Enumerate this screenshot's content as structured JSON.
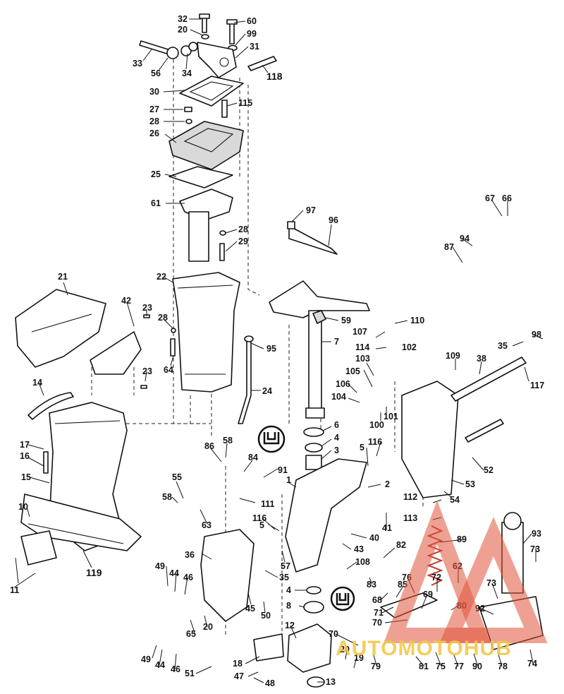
{
  "callouts": [
    {
      "id": "c32",
      "text": "32"
    },
    {
      "id": "c60",
      "text": "60"
    },
    {
      "id": "c20a",
      "text": "20"
    },
    {
      "id": "c99",
      "text": "99"
    },
    {
      "id": "c33",
      "text": "33"
    },
    {
      "id": "c56",
      "text": "56"
    },
    {
      "id": "c34",
      "text": "34"
    },
    {
      "id": "c31",
      "text": "31"
    },
    {
      "id": "c118",
      "text": "118"
    },
    {
      "id": "c30",
      "text": "30"
    },
    {
      "id": "c115",
      "text": "115"
    },
    {
      "id": "c27",
      "text": "27"
    },
    {
      "id": "c28a",
      "text": "28"
    },
    {
      "id": "c26",
      "text": "26"
    },
    {
      "id": "c25",
      "text": "25"
    },
    {
      "id": "c61",
      "text": "61"
    },
    {
      "id": "c28b",
      "text": "28"
    },
    {
      "id": "c29",
      "text": "29"
    },
    {
      "id": "c97",
      "text": "97"
    },
    {
      "id": "c96",
      "text": "96"
    },
    {
      "id": "c67",
      "text": "67"
    },
    {
      "id": "c66",
      "text": "66"
    },
    {
      "id": "c94",
      "text": "94"
    },
    {
      "id": "c87",
      "text": "87"
    },
    {
      "id": "c21",
      "text": "21"
    },
    {
      "id": "c22",
      "text": "22"
    },
    {
      "id": "c42",
      "text": "42"
    },
    {
      "id": "c23a",
      "text": "23"
    },
    {
      "id": "c28c",
      "text": "28"
    },
    {
      "id": "c59",
      "text": "59"
    },
    {
      "id": "c110",
      "text": "110"
    },
    {
      "id": "c7",
      "text": "7"
    },
    {
      "id": "c107",
      "text": "107"
    },
    {
      "id": "c114",
      "text": "114"
    },
    {
      "id": "c102",
      "text": "102"
    },
    {
      "id": "c98",
      "text": "98"
    },
    {
      "id": "c35a",
      "text": "35"
    },
    {
      "id": "c117",
      "text": "117"
    },
    {
      "id": "c109",
      "text": "109"
    },
    {
      "id": "c38",
      "text": "38"
    },
    {
      "id": "c64",
      "text": "64"
    },
    {
      "id": "c23b",
      "text": "23"
    },
    {
      "id": "c95",
      "text": "95"
    },
    {
      "id": "c103",
      "text": "103"
    },
    {
      "id": "c105",
      "text": "105"
    },
    {
      "id": "c106",
      "text": "106"
    },
    {
      "id": "c104",
      "text": "104"
    },
    {
      "id": "c101",
      "text": "101"
    },
    {
      "id": "c100",
      "text": "100"
    },
    {
      "id": "c14",
      "text": "14"
    },
    {
      "id": "c24",
      "text": "24"
    },
    {
      "id": "c6",
      "text": "6"
    },
    {
      "id": "c4a",
      "text": "4"
    },
    {
      "id": "c3",
      "text": "3"
    },
    {
      "id": "c58a",
      "text": "58"
    },
    {
      "id": "c86",
      "text": "86"
    },
    {
      "id": "c84",
      "text": "84"
    },
    {
      "id": "c91",
      "text": "91"
    },
    {
      "id": "c17",
      "text": "17"
    },
    {
      "id": "c16",
      "text": "16"
    },
    {
      "id": "c5a",
      "text": "5"
    },
    {
      "id": "c116a",
      "text": "116"
    },
    {
      "id": "c52",
      "text": "52"
    },
    {
      "id": "c15",
      "text": "15"
    },
    {
      "id": "c55",
      "text": "55"
    },
    {
      "id": "c1",
      "text": "1"
    },
    {
      "id": "c2",
      "text": "2"
    },
    {
      "id": "c53",
      "text": "53"
    },
    {
      "id": "c54",
      "text": "54"
    },
    {
      "id": "c58b",
      "text": "58"
    },
    {
      "id": "c111",
      "text": "111"
    },
    {
      "id": "c63",
      "text": "63"
    },
    {
      "id": "c112",
      "text": "112"
    },
    {
      "id": "c41",
      "text": "41"
    },
    {
      "id": "c10",
      "text": "10"
    },
    {
      "id": "c116b",
      "text": "116"
    },
    {
      "id": "c5b",
      "text": "5"
    },
    {
      "id": "c113",
      "text": "113"
    },
    {
      "id": "c40",
      "text": "40"
    },
    {
      "id": "c43",
      "text": "43"
    },
    {
      "id": "c82",
      "text": "82"
    },
    {
      "id": "c89",
      "text": "89"
    },
    {
      "id": "c93",
      "text": "93"
    },
    {
      "id": "c36",
      "text": "36"
    },
    {
      "id": "c57",
      "text": "57"
    },
    {
      "id": "c73a",
      "text": "73"
    },
    {
      "id": "c119",
      "text": "119"
    },
    {
      "id": "c108",
      "text": "108"
    },
    {
      "id": "c85",
      "text": "85"
    },
    {
      "id": "c62",
      "text": "62"
    },
    {
      "id": "c49a",
      "text": "49"
    },
    {
      "id": "c44a",
      "text": "44"
    },
    {
      "id": "c46a",
      "text": "46"
    },
    {
      "id": "c35b",
      "text": "35"
    },
    {
      "id": "c11",
      "text": "11"
    },
    {
      "id": "c83",
      "text": "83"
    },
    {
      "id": "c76",
      "text": "76"
    },
    {
      "id": "c72",
      "text": "72"
    },
    {
      "id": "c73b",
      "text": "73"
    },
    {
      "id": "c4b",
      "text": "4"
    },
    {
      "id": "c68",
      "text": "68"
    },
    {
      "id": "c69",
      "text": "69"
    },
    {
      "id": "c45",
      "text": "45"
    },
    {
      "id": "c50",
      "text": "50"
    },
    {
      "id": "c8",
      "text": "8"
    },
    {
      "id": "c71",
      "text": "71"
    },
    {
      "id": "c80",
      "text": "80"
    },
    {
      "id": "c92",
      "text": "92"
    },
    {
      "id": "c70a",
      "text": "70"
    },
    {
      "id": "c65",
      "text": "65"
    },
    {
      "id": "c20b",
      "text": "20"
    },
    {
      "id": "c12",
      "text": "12"
    },
    {
      "id": "c70b",
      "text": "70"
    },
    {
      "id": "c20c",
      "text": "20"
    },
    {
      "id": "c19",
      "text": "19"
    },
    {
      "id": "c49b",
      "text": "49"
    },
    {
      "id": "c44b",
      "text": "44"
    },
    {
      "id": "c46b",
      "text": "46"
    },
    {
      "id": "c18",
      "text": "18"
    },
    {
      "id": "c79",
      "text": "79"
    },
    {
      "id": "c81",
      "text": "81"
    },
    {
      "id": "c75",
      "text": "75"
    },
    {
      "id": "c77",
      "text": "77"
    },
    {
      "id": "c90",
      "text": "90"
    },
    {
      "id": "c78",
      "text": "78"
    },
    {
      "id": "c74",
      "text": "74"
    },
    {
      "id": "c51",
      "text": "51"
    },
    {
      "id": "c47",
      "text": "47"
    },
    {
      "id": "c48",
      "text": "48"
    },
    {
      "id": "c13",
      "text": "13"
    }
  ],
  "watermark": {
    "text": "AUTOMOTOHUB",
    "color": "#f2c84b",
    "triangle_color": "#e0533a"
  },
  "symbols": [
    {
      "id": "sym-upper",
      "name": "grease-fitting-symbol-icon"
    },
    {
      "id": "sym-lower",
      "name": "grease-fitting-symbol-icon"
    }
  ]
}
